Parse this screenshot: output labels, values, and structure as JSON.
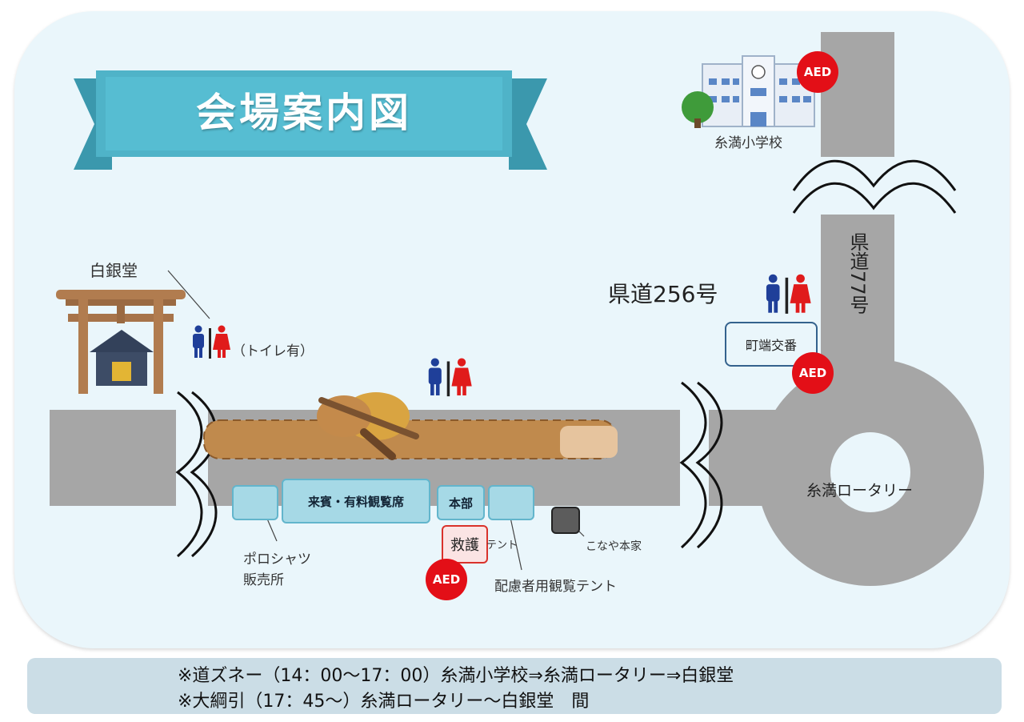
{
  "title": "会場案内図",
  "landmarks": {
    "hakugindo": "白銀堂",
    "toilet_note": "（トイレ有）",
    "school": "糸満小学校",
    "prefectural_road_256": "県道256号",
    "prefectural_road_77": "県道77号",
    "police_box": "町端交番",
    "rotary": "糸満ロータリー",
    "konaya": "こなや本家"
  },
  "facilities": {
    "vip_seats": "来賓・有料観覧席",
    "headquarters": "本部",
    "first_aid_main": "救護",
    "first_aid_sub": "テント",
    "polo_shop_line1": "ポロシャツ",
    "polo_shop_line2": "販売所",
    "accessible_tent": "配慮者用観覧テント"
  },
  "aed_label": "AED",
  "footer": {
    "line1": "※道ズネー（14：00～17：00）糸満小学校⇒糸満ロータリー⇒白銀堂",
    "line2": "※大綱引（17：45～）糸満ロータリー～白銀堂　間"
  },
  "colors": {
    "road": "#a6a6a6",
    "banner": "#4fb3c8",
    "aed": "#e30f17",
    "male": "#1f3f99",
    "female": "#e01b1b"
  }
}
